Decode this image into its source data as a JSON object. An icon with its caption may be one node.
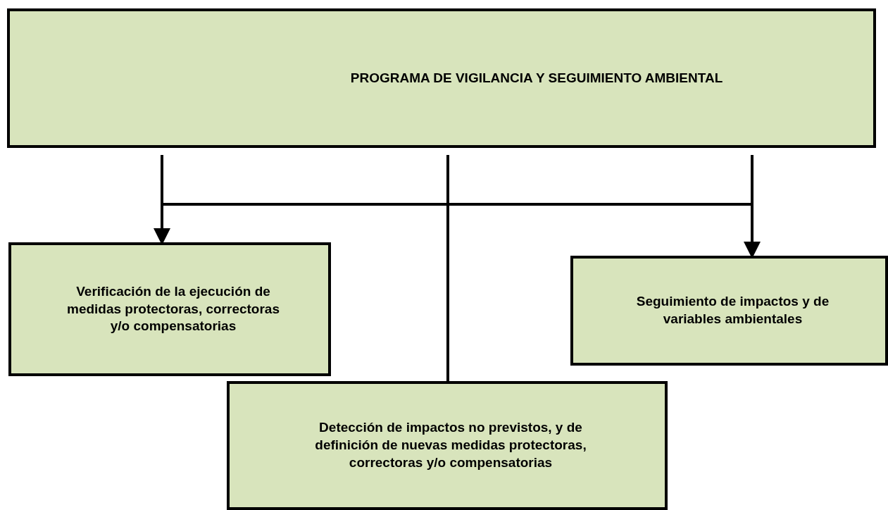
{
  "diagram": {
    "nodes": [
      {
        "text": [
          "PROGRAMA DE VIGILANCIA Y SEGUIMIENTO AMBIENTAL"
        ]
      },
      {
        "text": [
          "Verificación de la ejecución de medidas protectoras, correctoras y/o compensatorias"
        ]
      },
      {
        "text": [
          "Seguimiento de impactos y de variables ambientales"
        ]
      },
      {
        "text": [
          "Detección de impactos no previstos, y de definición de nuevas medidas protectoras, correctoras y/o compensatorias"
        ]
      }
    ],
    "edges": [
      {
        "from": 0,
        "to": 1,
        "arrow": "to"
      },
      {
        "from": 0,
        "to": 3,
        "arrow": "none"
      },
      {
        "from": 0,
        "to": 2,
        "arrow": "to"
      }
    ]
  }
}
